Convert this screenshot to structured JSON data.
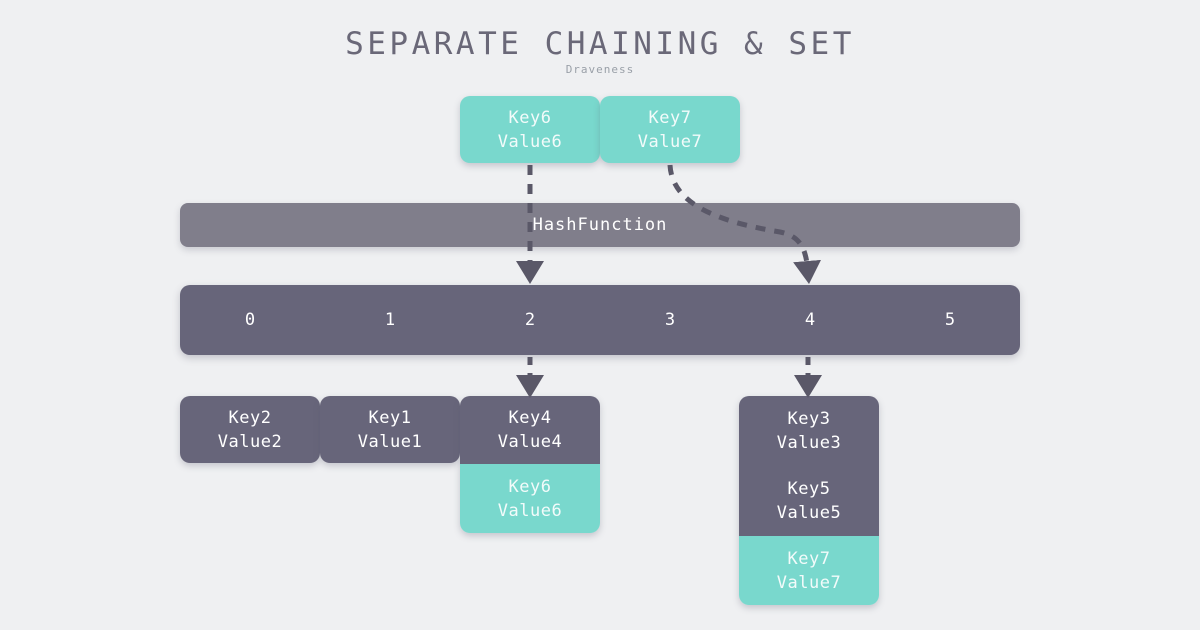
{
  "header": {
    "title": "SEPARATE CHAINING & SET",
    "subtitle": "Draveness"
  },
  "colors": {
    "background": "#eff0f2",
    "dark_slot": "#67657a",
    "hash_bar": "#807e8b",
    "accent_teal": "#79d8cd",
    "title_text": "#6a6878",
    "subtitle_text": "#9aa0a8",
    "arrow": "#5a5868"
  },
  "incoming": [
    {
      "key": "Key6",
      "value": "Value6",
      "target_bucket": "2"
    },
    {
      "key": "Key7",
      "value": "Value7",
      "target_bucket": "4"
    }
  ],
  "hash_function": {
    "label": "HashFunction"
  },
  "bucket_array": {
    "indices": [
      "0",
      "1",
      "2",
      "3",
      "4",
      "5"
    ]
  },
  "chains": [
    {
      "bucket": "0",
      "entries": [
        {
          "key": "Key2",
          "value": "Value2",
          "highlight": false
        }
      ]
    },
    {
      "bucket": "1",
      "entries": [
        {
          "key": "Key1",
          "value": "Value1",
          "highlight": false
        }
      ]
    },
    {
      "bucket": "2",
      "entries": [
        {
          "key": "Key4",
          "value": "Value4",
          "highlight": false
        },
        {
          "key": "Key6",
          "value": "Value6",
          "highlight": true
        }
      ]
    },
    {
      "bucket": "4",
      "entries": [
        {
          "key": "Key3",
          "value": "Value3",
          "highlight": false
        },
        {
          "key": "Key5",
          "value": "Value5",
          "highlight": false
        },
        {
          "key": "Key7",
          "value": "Value7",
          "highlight": true
        }
      ]
    }
  ]
}
